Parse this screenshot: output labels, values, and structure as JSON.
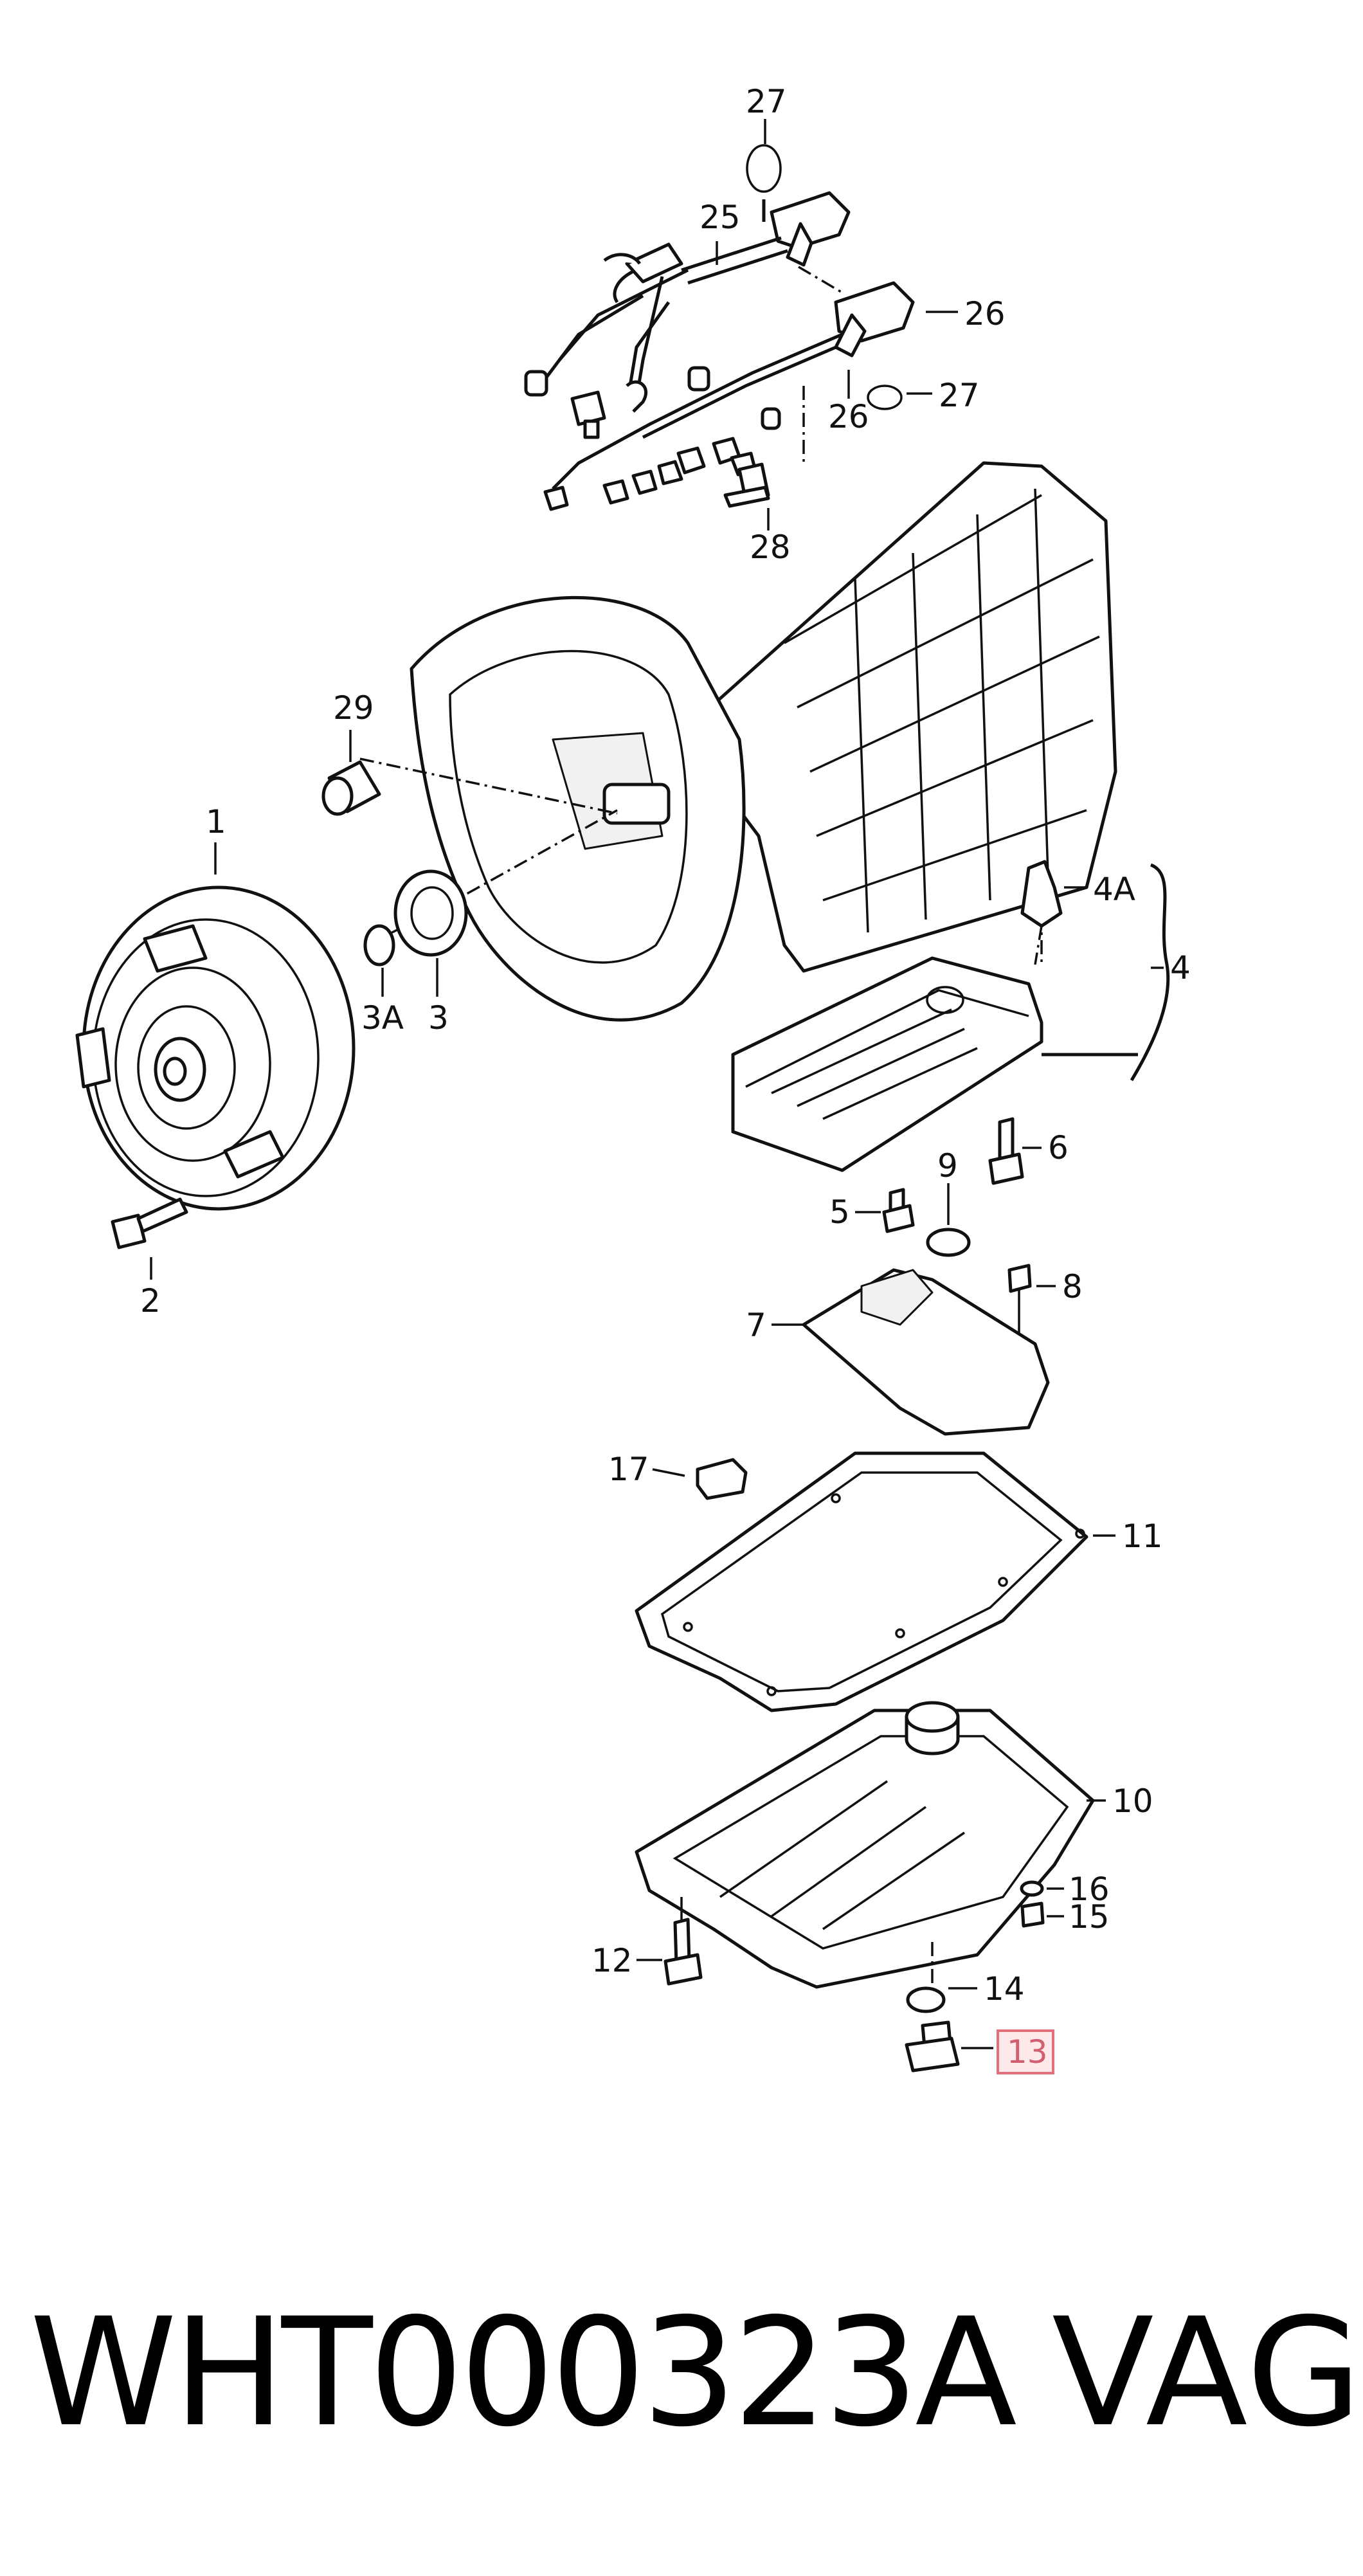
{
  "diagram": {
    "callouts": [
      {
        "id": "27a",
        "label": "27"
      },
      {
        "id": "25",
        "label": "25"
      },
      {
        "id": "26a",
        "label": "26"
      },
      {
        "id": "27b",
        "label": "27"
      },
      {
        "id": "26b",
        "label": "26"
      },
      {
        "id": "28",
        "label": "28"
      },
      {
        "id": "29",
        "label": "29"
      },
      {
        "id": "1",
        "label": "1"
      },
      {
        "id": "4A",
        "label": "4A"
      },
      {
        "id": "4",
        "label": "4"
      },
      {
        "id": "3A",
        "label": "3A"
      },
      {
        "id": "3",
        "label": "3"
      },
      {
        "id": "2",
        "label": "2"
      },
      {
        "id": "6",
        "label": "6"
      },
      {
        "id": "9",
        "label": "9"
      },
      {
        "id": "5",
        "label": "5"
      },
      {
        "id": "8",
        "label": "8"
      },
      {
        "id": "7",
        "label": "7"
      },
      {
        "id": "17",
        "label": "17"
      },
      {
        "id": "11",
        "label": "11"
      },
      {
        "id": "10",
        "label": "10"
      },
      {
        "id": "16",
        "label": "16"
      },
      {
        "id": "15",
        "label": "15"
      },
      {
        "id": "12",
        "label": "12"
      },
      {
        "id": "14",
        "label": "14"
      },
      {
        "id": "13",
        "label": "13",
        "highlighted": true
      }
    ],
    "highlight_color": "#e0707a"
  },
  "footer": {
    "part_number": "WHT000323A",
    "brand": "VAG"
  }
}
